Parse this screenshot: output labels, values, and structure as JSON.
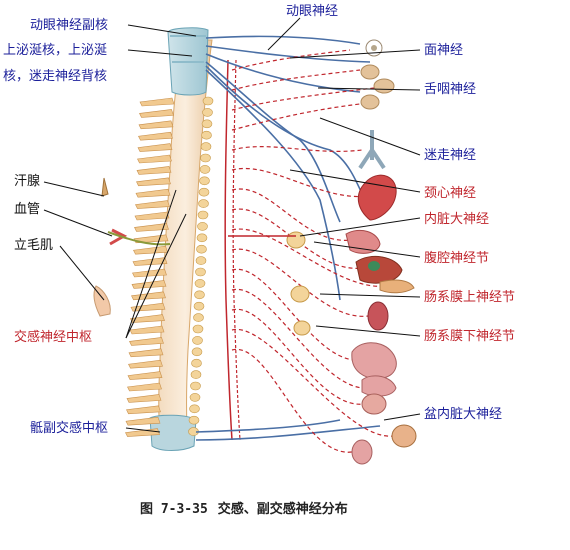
{
  "labels_left": {
    "oculomotor_accessory_nucleus": "动眼神经副核",
    "salivatory_line1": "上泌涎核，上泌涎",
    "salivatory_line2": "核，迷走神经背核",
    "sweat_gland": "汗腺",
    "blood_vessel": "血管",
    "arrector_pili": "立毛肌",
    "sympathetic_center": "交感神经中枢",
    "sacral_parasympathetic_center": "骶副交感中枢"
  },
  "labels_right": {
    "oculomotor_nerve": "动眼神经",
    "facial_nerve": "面神经",
    "glossopharyngeal_nerve": "舌咽神经",
    "vagus_nerve": "迷走神经",
    "cardiac_nerve": "颈心神经",
    "splanchnic_nerve": "内脏大神经",
    "celiac_ganglion": "腹腔神经节",
    "superior_mesenteric_ganglion": "肠系膜上神经节",
    "inferior_mesenteric_ganglion": "肠系膜下神经节",
    "pelvic_splanchnic_nerve": "盆内脏大神经"
  },
  "caption": {
    "number": "图 7-3-35",
    "title": "交感、副交感神经分布"
  },
  "colors": {
    "parasympathetic": "#4a6fa5",
    "sympathetic": "#c0262d",
    "bone": "#f1c98f",
    "cord": "#f6e2c7",
    "label_blue": "#1b1f9a",
    "label_red": "#c0262d"
  }
}
